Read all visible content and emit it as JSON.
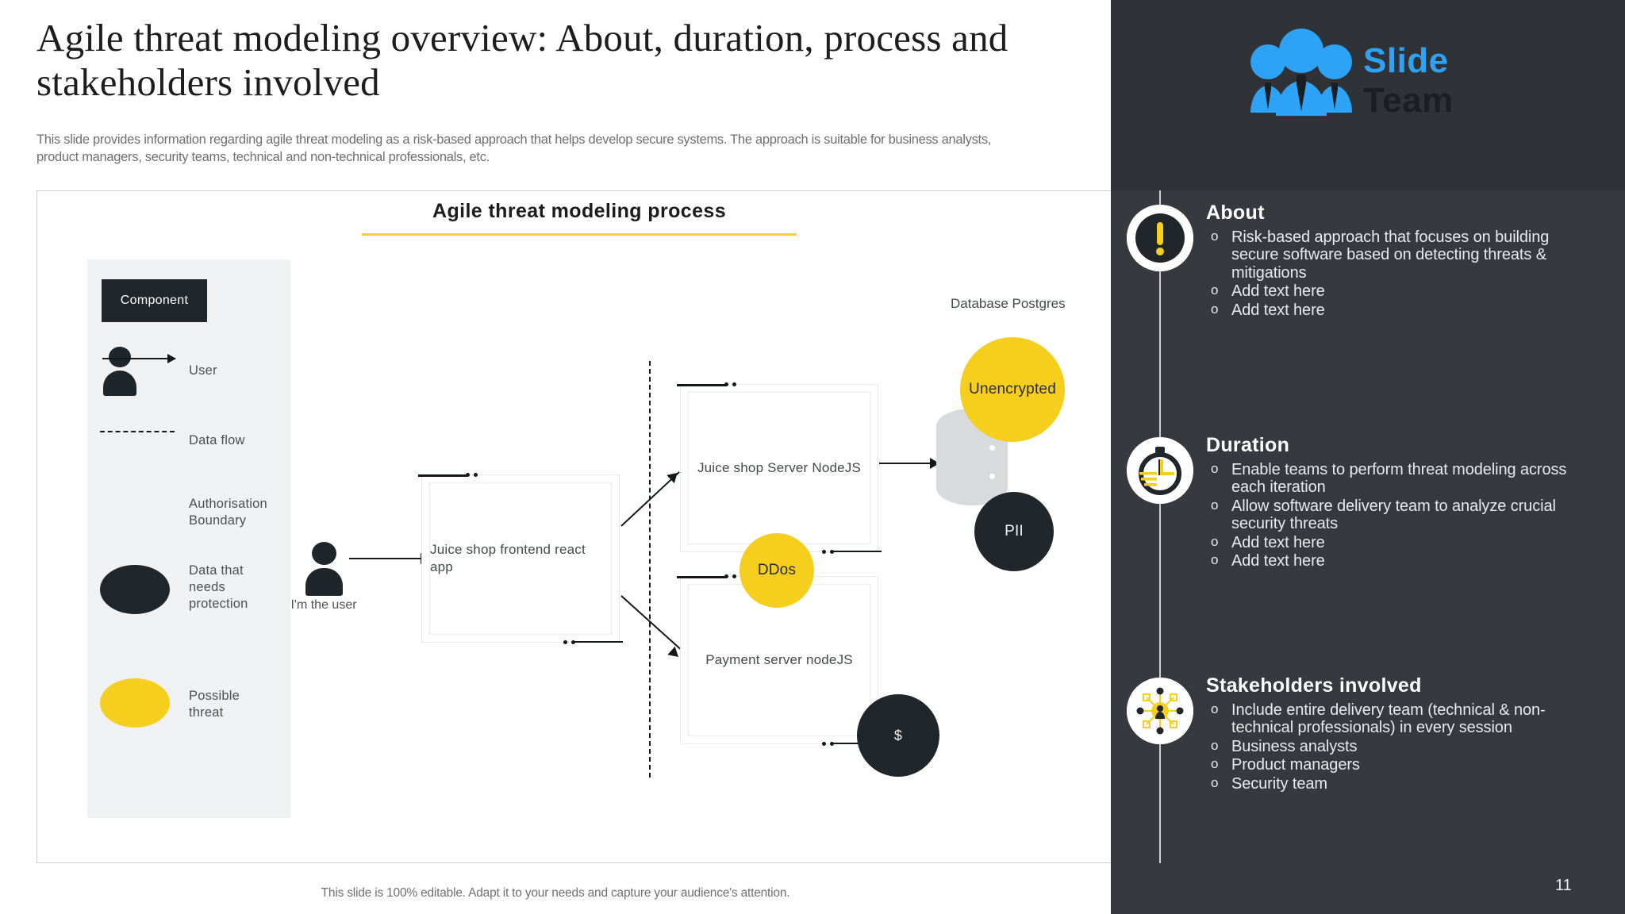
{
  "slide": {
    "title": "Agile threat modeling overview: About, duration, process and stakeholders involved",
    "subtitle": "This slide provides information regarding agile threat modeling as a risk-based approach that helps develop secure systems. The approach is suitable for business analysts, product managers, security teams, technical and non-technical professionals, etc.",
    "footer": "This slide is 100% editable. Adapt it to your needs and capture your audience's attention.",
    "page_number": "11"
  },
  "brand": {
    "name_part1": "Slide",
    "name_part2": "Team",
    "blue": "#2EA2F5",
    "dark": "#1B1F24",
    "accent_yellow": "#F5CE1E",
    "panel_bg": "#36393E"
  },
  "diagram": {
    "heading": "Agile threat modeling process",
    "legend": {
      "component_label": "Component",
      "items": [
        {
          "icon": "user-icon",
          "label": "User"
        },
        {
          "icon": "arrow-icon",
          "label": "Data flow"
        },
        {
          "icon": "dashed-line-icon",
          "label": "Authorisation Boundary"
        },
        {
          "icon": "dark-ellipse-icon",
          "label": "Data that needs protection"
        },
        {
          "icon": "yellow-ellipse-icon",
          "label": "Possible threat"
        }
      ]
    },
    "actor": {
      "label": "I'm the user"
    },
    "nodes": [
      {
        "id": "frontend",
        "label": "Juice shop frontend react app"
      },
      {
        "id": "server",
        "label": "Juice shop Server NodeJS"
      },
      {
        "id": "payment",
        "label": "Payment server nodeJS"
      }
    ],
    "database": {
      "label": "Database Postgres"
    },
    "threats": [
      {
        "id": "unencrypted",
        "label": "Unencrypted",
        "kind": "possible-threat",
        "color": "#F5CE1E"
      },
      {
        "id": "ddos",
        "label": "DDos",
        "kind": "possible-threat",
        "color": "#F5CE1E"
      },
      {
        "id": "pii",
        "label": "PII",
        "kind": "protected-data",
        "color": "#21262B"
      },
      {
        "id": "money",
        "label": "$",
        "kind": "protected-data",
        "color": "#21262B"
      }
    ]
  },
  "panel": {
    "sections": [
      {
        "icon": "exclamation-icon",
        "heading": "About",
        "bullets": [
          "Risk-based approach that focuses on building secure software based on detecting threats & mitigations",
          "Add text here",
          "Add text here"
        ]
      },
      {
        "icon": "stopwatch-icon",
        "heading": "Duration",
        "bullets": [
          "Enable teams to perform threat modeling across each iteration",
          "Allow software delivery team to analyze crucial security threats",
          "Add text here",
          "Add text here"
        ]
      },
      {
        "icon": "stakeholders-network-icon",
        "heading": "Stakeholders  involved",
        "bullets": [
          "Include entire delivery team (technical & non-technical professionals) in every session",
          "Business analysts",
          "Product managers",
          "Security team"
        ]
      }
    ]
  }
}
